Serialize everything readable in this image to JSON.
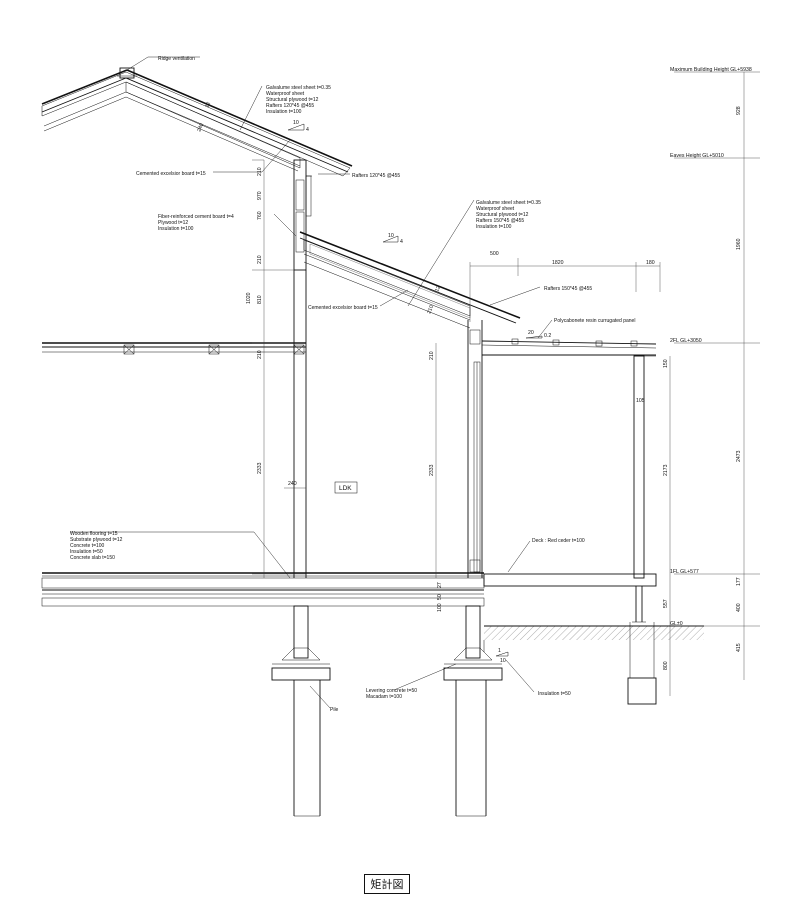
{
  "drawing": {
    "title": "矩計図",
    "room_label": "LDK",
    "notes": {
      "ridge": "Ridge ventilation",
      "roof_upper": [
        "Galvalume steel sheet t=0.35",
        "Waterproof sheet",
        "Structural plywood t=12",
        "Rafters 120*45 @455",
        "Insulation t=100"
      ],
      "excelsior_upper": "Cemented excelsior board t=15",
      "rafters_upper": "Rafters 120*45 @455",
      "wall": [
        "Fiber-reinforced cement board t=4",
        "Plywood t=12",
        "Insulation t=100"
      ],
      "roof_lower": [
        "Galvalume steel sheet t=0.35",
        "Waterproof sheet",
        "Structural plywood t=12",
        "Rafters 150*45 @455",
        "Insulation t=100"
      ],
      "rafters_lower": "Rafters 150*45 @455",
      "excelsior_lower": "Cemented excelsior board t=15",
      "polycarbonate": "Polycabonete resin currugated panel",
      "floor": [
        "Wooden flooring t=15",
        "Substrate plywood t=12",
        "Concrete t=100",
        "Insulation t=50",
        "Concrete slab t=150"
      ],
      "deck": "Deck : Red ceder t=100",
      "leveling": [
        "Levering concrete t=50",
        "Macadam t=100"
      ],
      "insulation_base": "Insulation t=50",
      "pile": "Pile"
    },
    "levels": {
      "max_height": "Maximum Building Height GL+5938",
      "eaves": "Eaves Height GL+5010",
      "fl2": "2FL GL+3050",
      "fl1": "1FL GL+577",
      "gl": "GL±0"
    },
    "slopes": {
      "upper_run": "10",
      "upper_rise": "4",
      "lower_run": "10",
      "lower_rise": "4",
      "deck_run": "20",
      "deck_rise": "0.2",
      "base_run": "1",
      "base_rise": "10"
    },
    "dims": {
      "right": [
        "928",
        "1960",
        "2473",
        "177",
        "400",
        "415"
      ],
      "right_inner": [
        "150",
        "2173",
        "557",
        "800"
      ],
      "top": [
        "500",
        "1820",
        "180"
      ],
      "left_column": [
        "970",
        "760",
        "210",
        "1020",
        "810",
        "210",
        "2333"
      ],
      "mid_column": [
        "210",
        "2333"
      ],
      "roof_thick": [
        "240",
        "210",
        "12"
      ],
      "roof_lower_thick": [
        "210",
        "12"
      ],
      "post": "105",
      "stud": "240",
      "floor_small": [
        "50",
        "100",
        "27"
      ]
    }
  }
}
